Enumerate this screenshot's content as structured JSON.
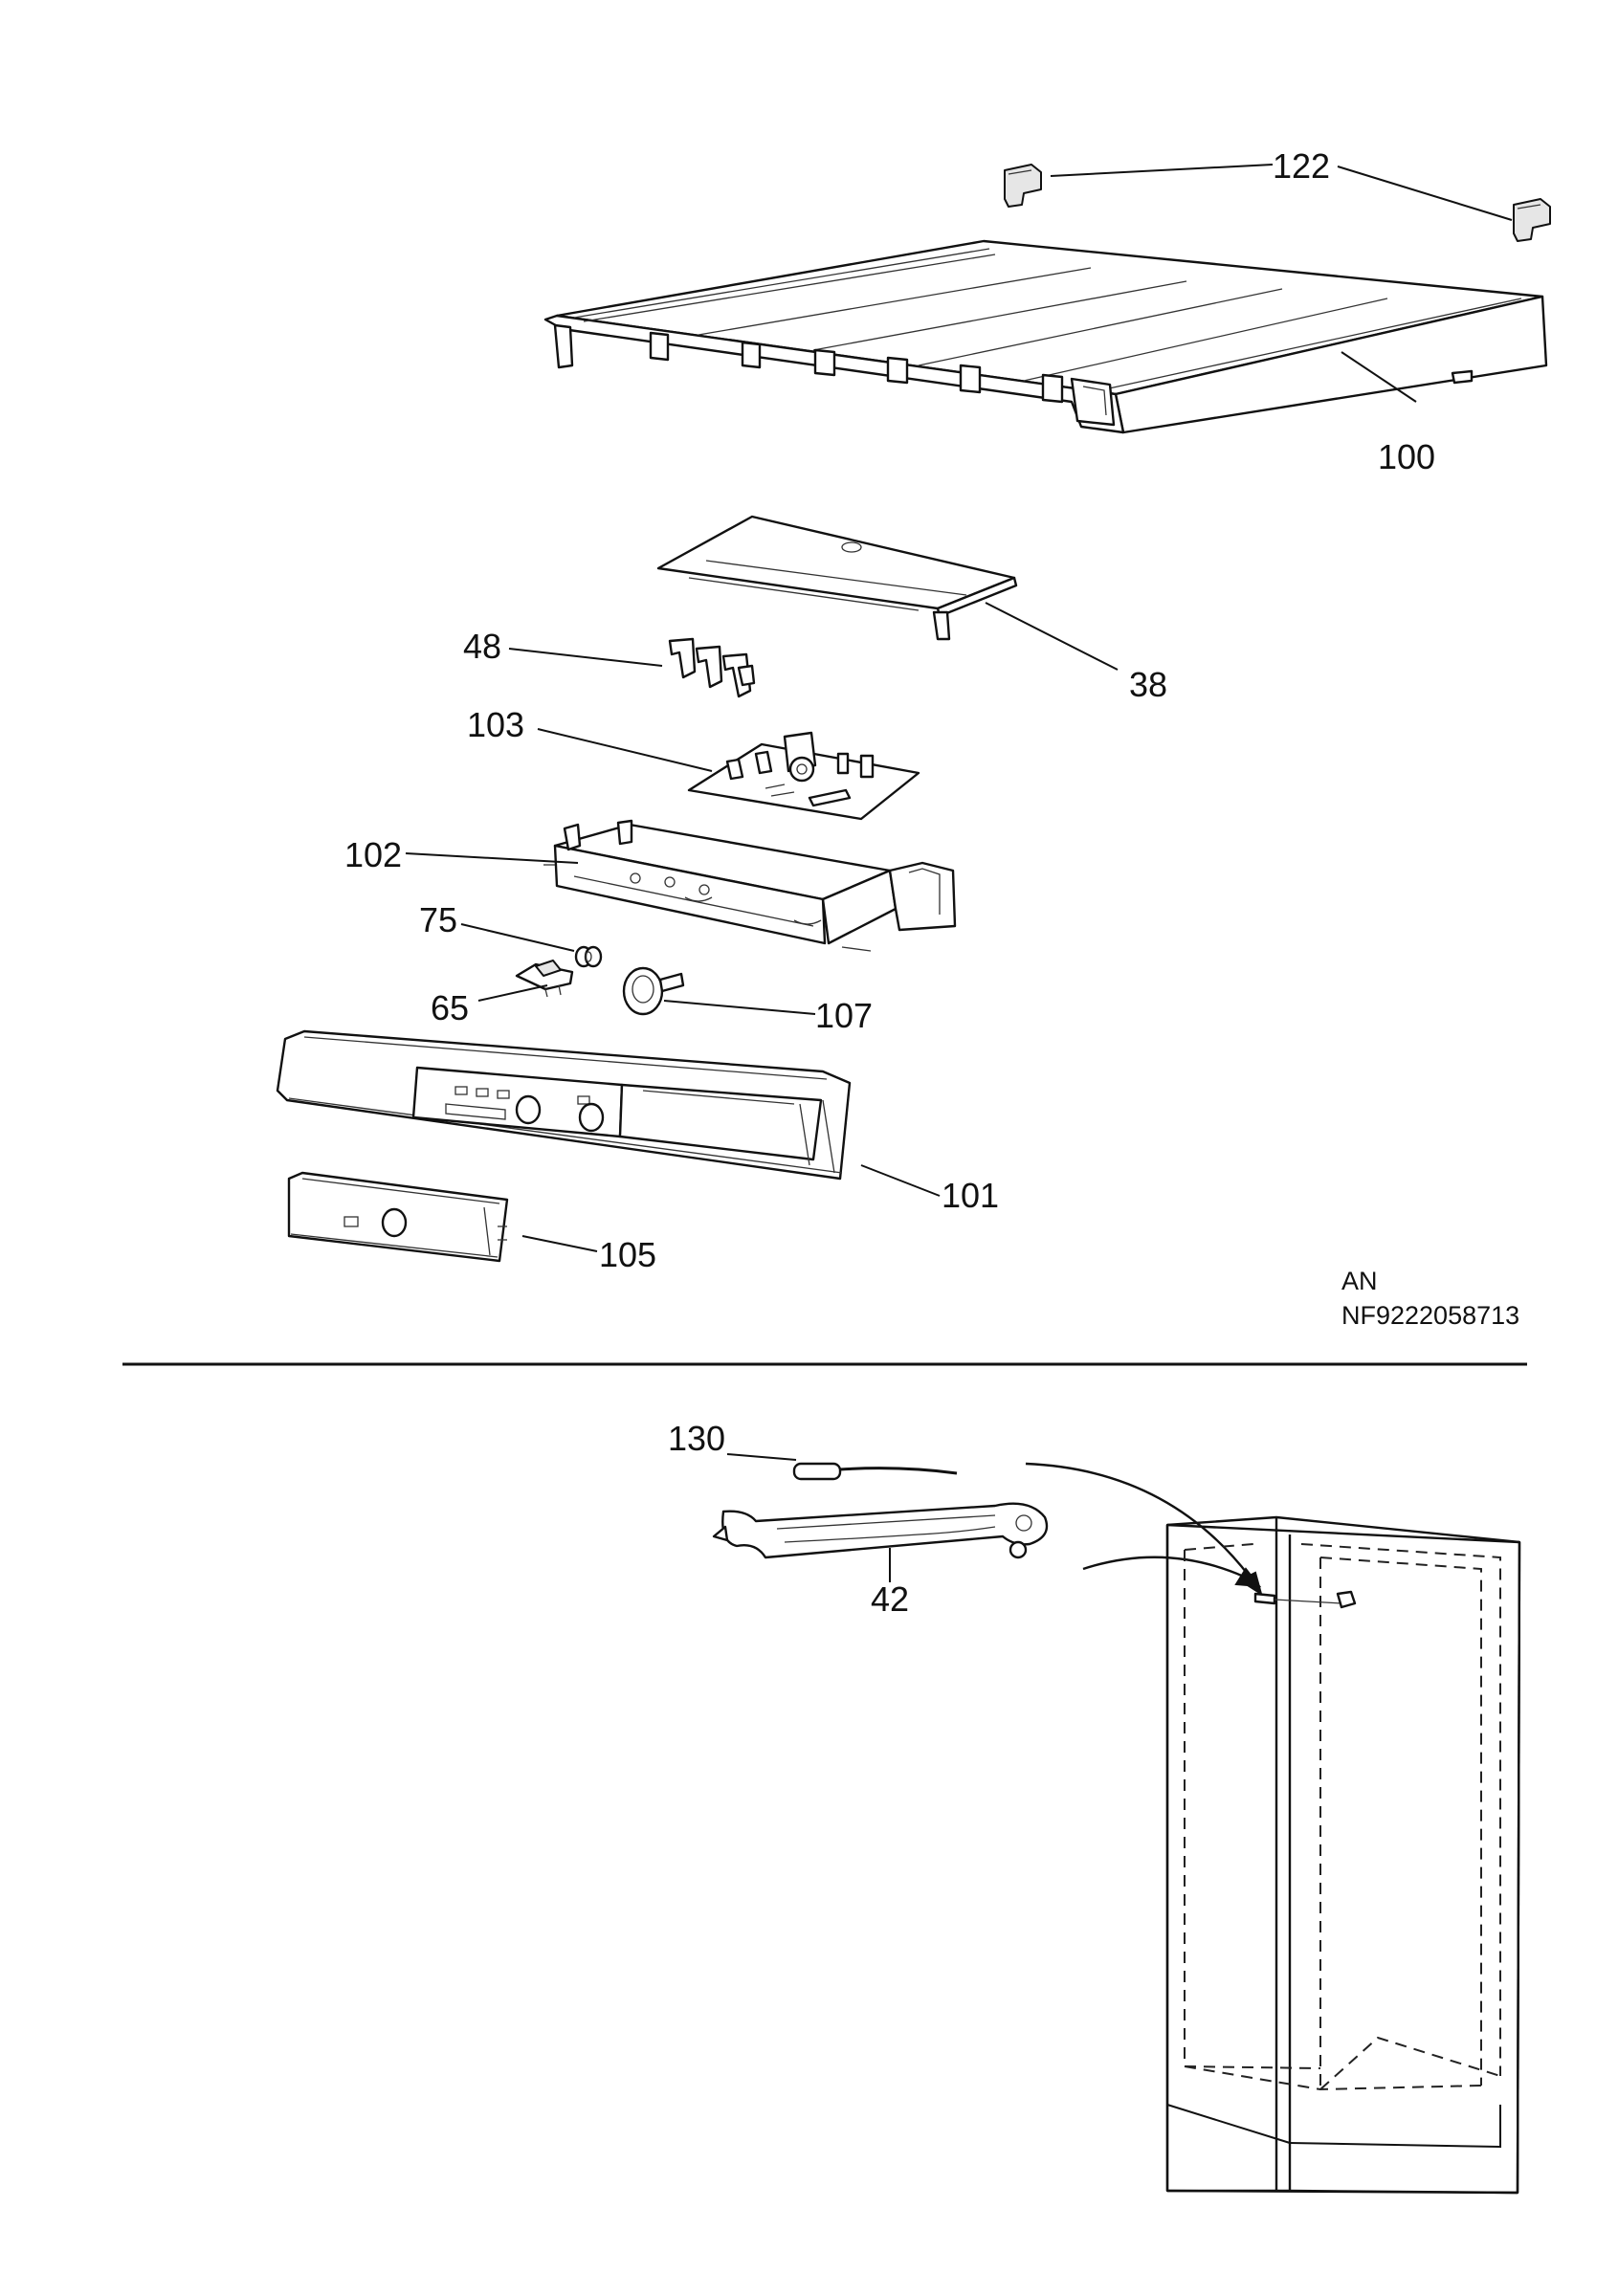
{
  "labels": {
    "p122": "122",
    "p100": "100",
    "p38": "38",
    "p48": "48",
    "p103": "103",
    "p102": "102",
    "p75": "75",
    "p65": "65",
    "p107": "107",
    "p101": "101",
    "p105": "105",
    "p130": "130",
    "p42": "42"
  },
  "drawing_code": {
    "line1": "AN",
    "line2": "NF9222058713"
  }
}
